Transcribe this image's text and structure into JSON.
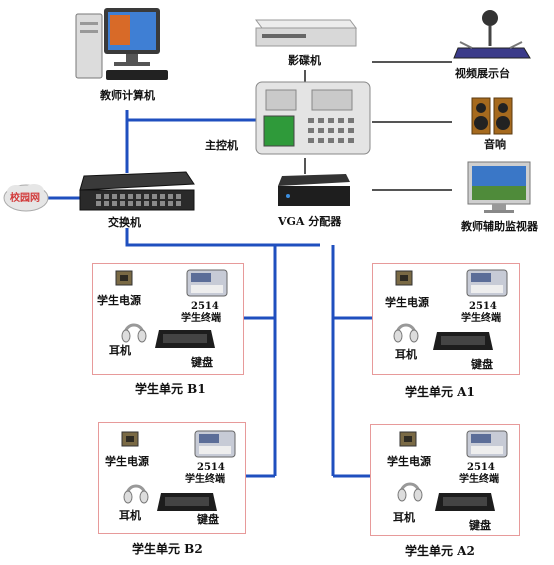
{
  "devices": {
    "teacher_pc": "教师计算机",
    "video_player": "影碟机",
    "visualizer": "视频展示台",
    "main_controller": "主控机",
    "speaker": "音响",
    "switch": "交换机",
    "campus_net": "校园网",
    "vga_splitter": "VGA 分配器",
    "teacher_monitor": "教师辅助监视器"
  },
  "student_unit": {
    "power": "学生电源",
    "terminal_model": "2514",
    "terminal": "学生终端",
    "headphones": "耳机",
    "keyboard": "键盘"
  },
  "units": [
    {
      "id": "B1",
      "title": "学生单元 B1"
    },
    {
      "id": "A1",
      "title": "学生单元 A1"
    },
    {
      "id": "B2",
      "title": "学生单元 B2"
    },
    {
      "id": "A2",
      "title": "学生单元 A2"
    }
  ],
  "colors": {
    "network_line": "#1f4fbf",
    "av_line": "#555555",
    "unit_border": "#e79a9a"
  }
}
